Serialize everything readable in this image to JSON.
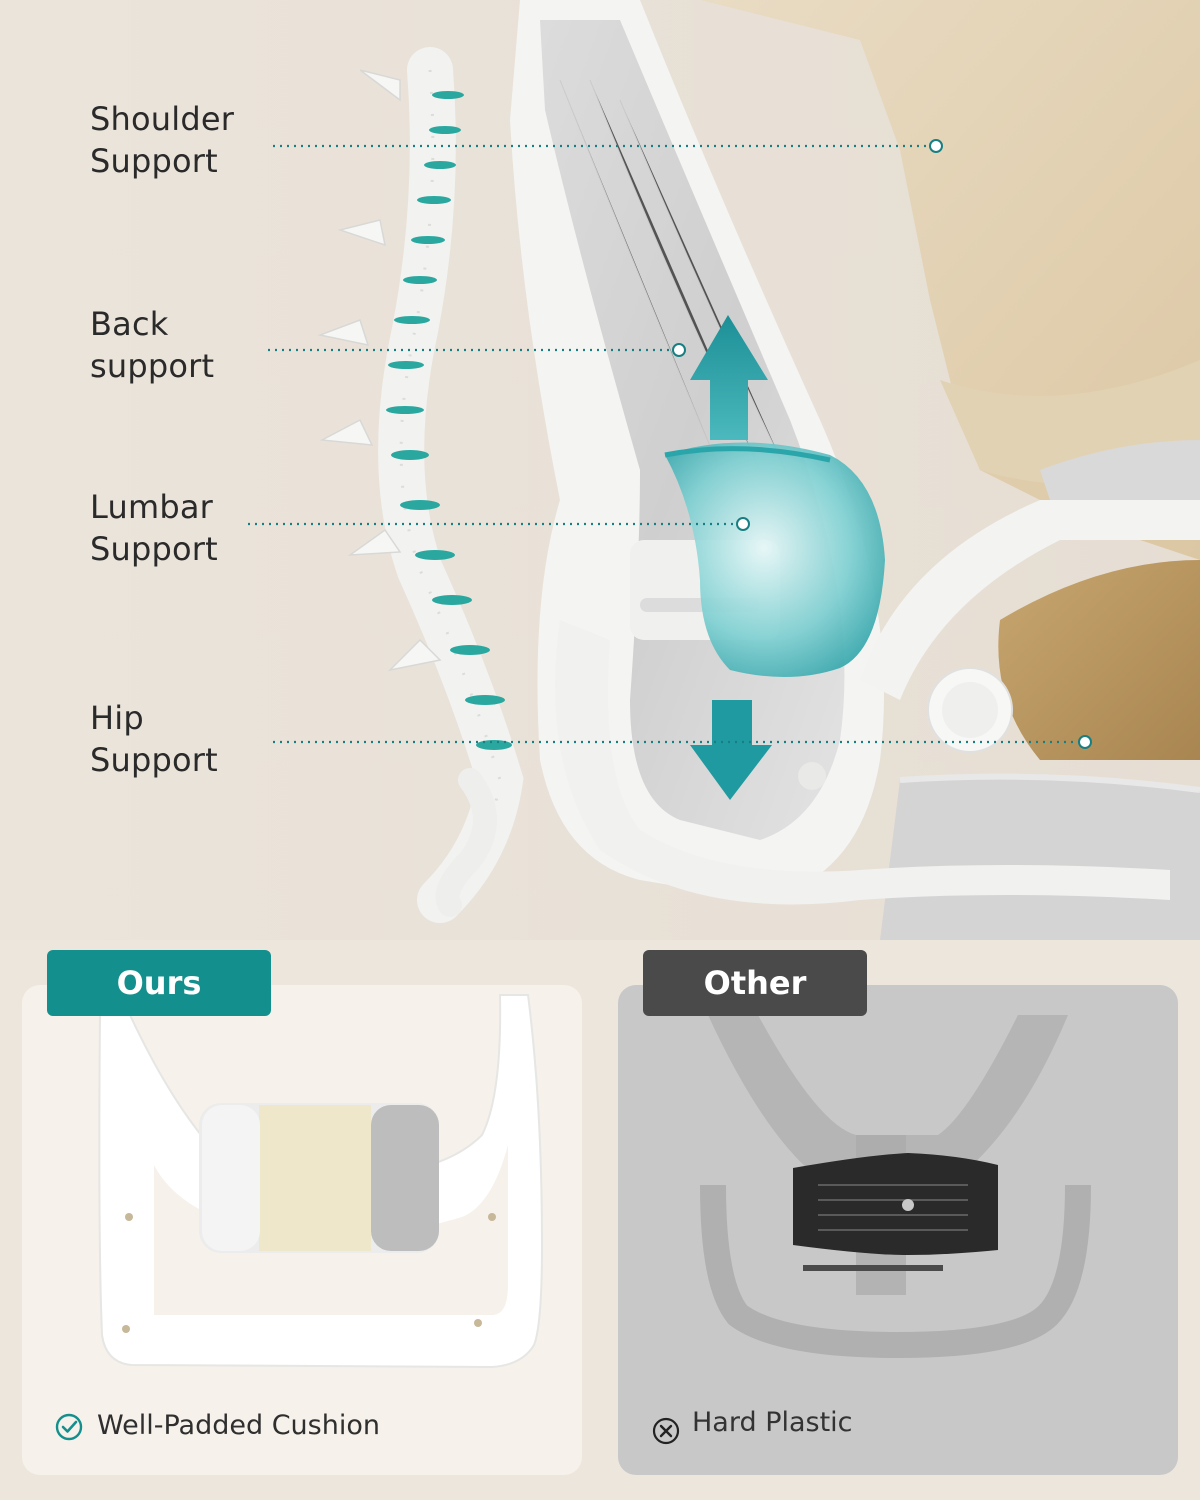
{
  "support_labels": [
    {
      "line1": "Shoulder",
      "line2": "Support"
    },
    {
      "line1": "Back",
      "line2": "support"
    },
    {
      "line1": "Lumbar",
      "line2": "Support"
    },
    {
      "line1": "Hip",
      "line2": "Support"
    }
  ],
  "comparison": {
    "ours": {
      "badge": "Ours",
      "caption": "Well-Padded Cushion",
      "caption_icon": "check-circle-icon"
    },
    "other": {
      "badge": "Other",
      "caption": "Hard Plastic",
      "caption_icon": "x-circle-icon"
    }
  },
  "colors": {
    "accent_teal": "#13908d",
    "dark_badge": "#4a4a4a",
    "background": "#ede6dd"
  }
}
